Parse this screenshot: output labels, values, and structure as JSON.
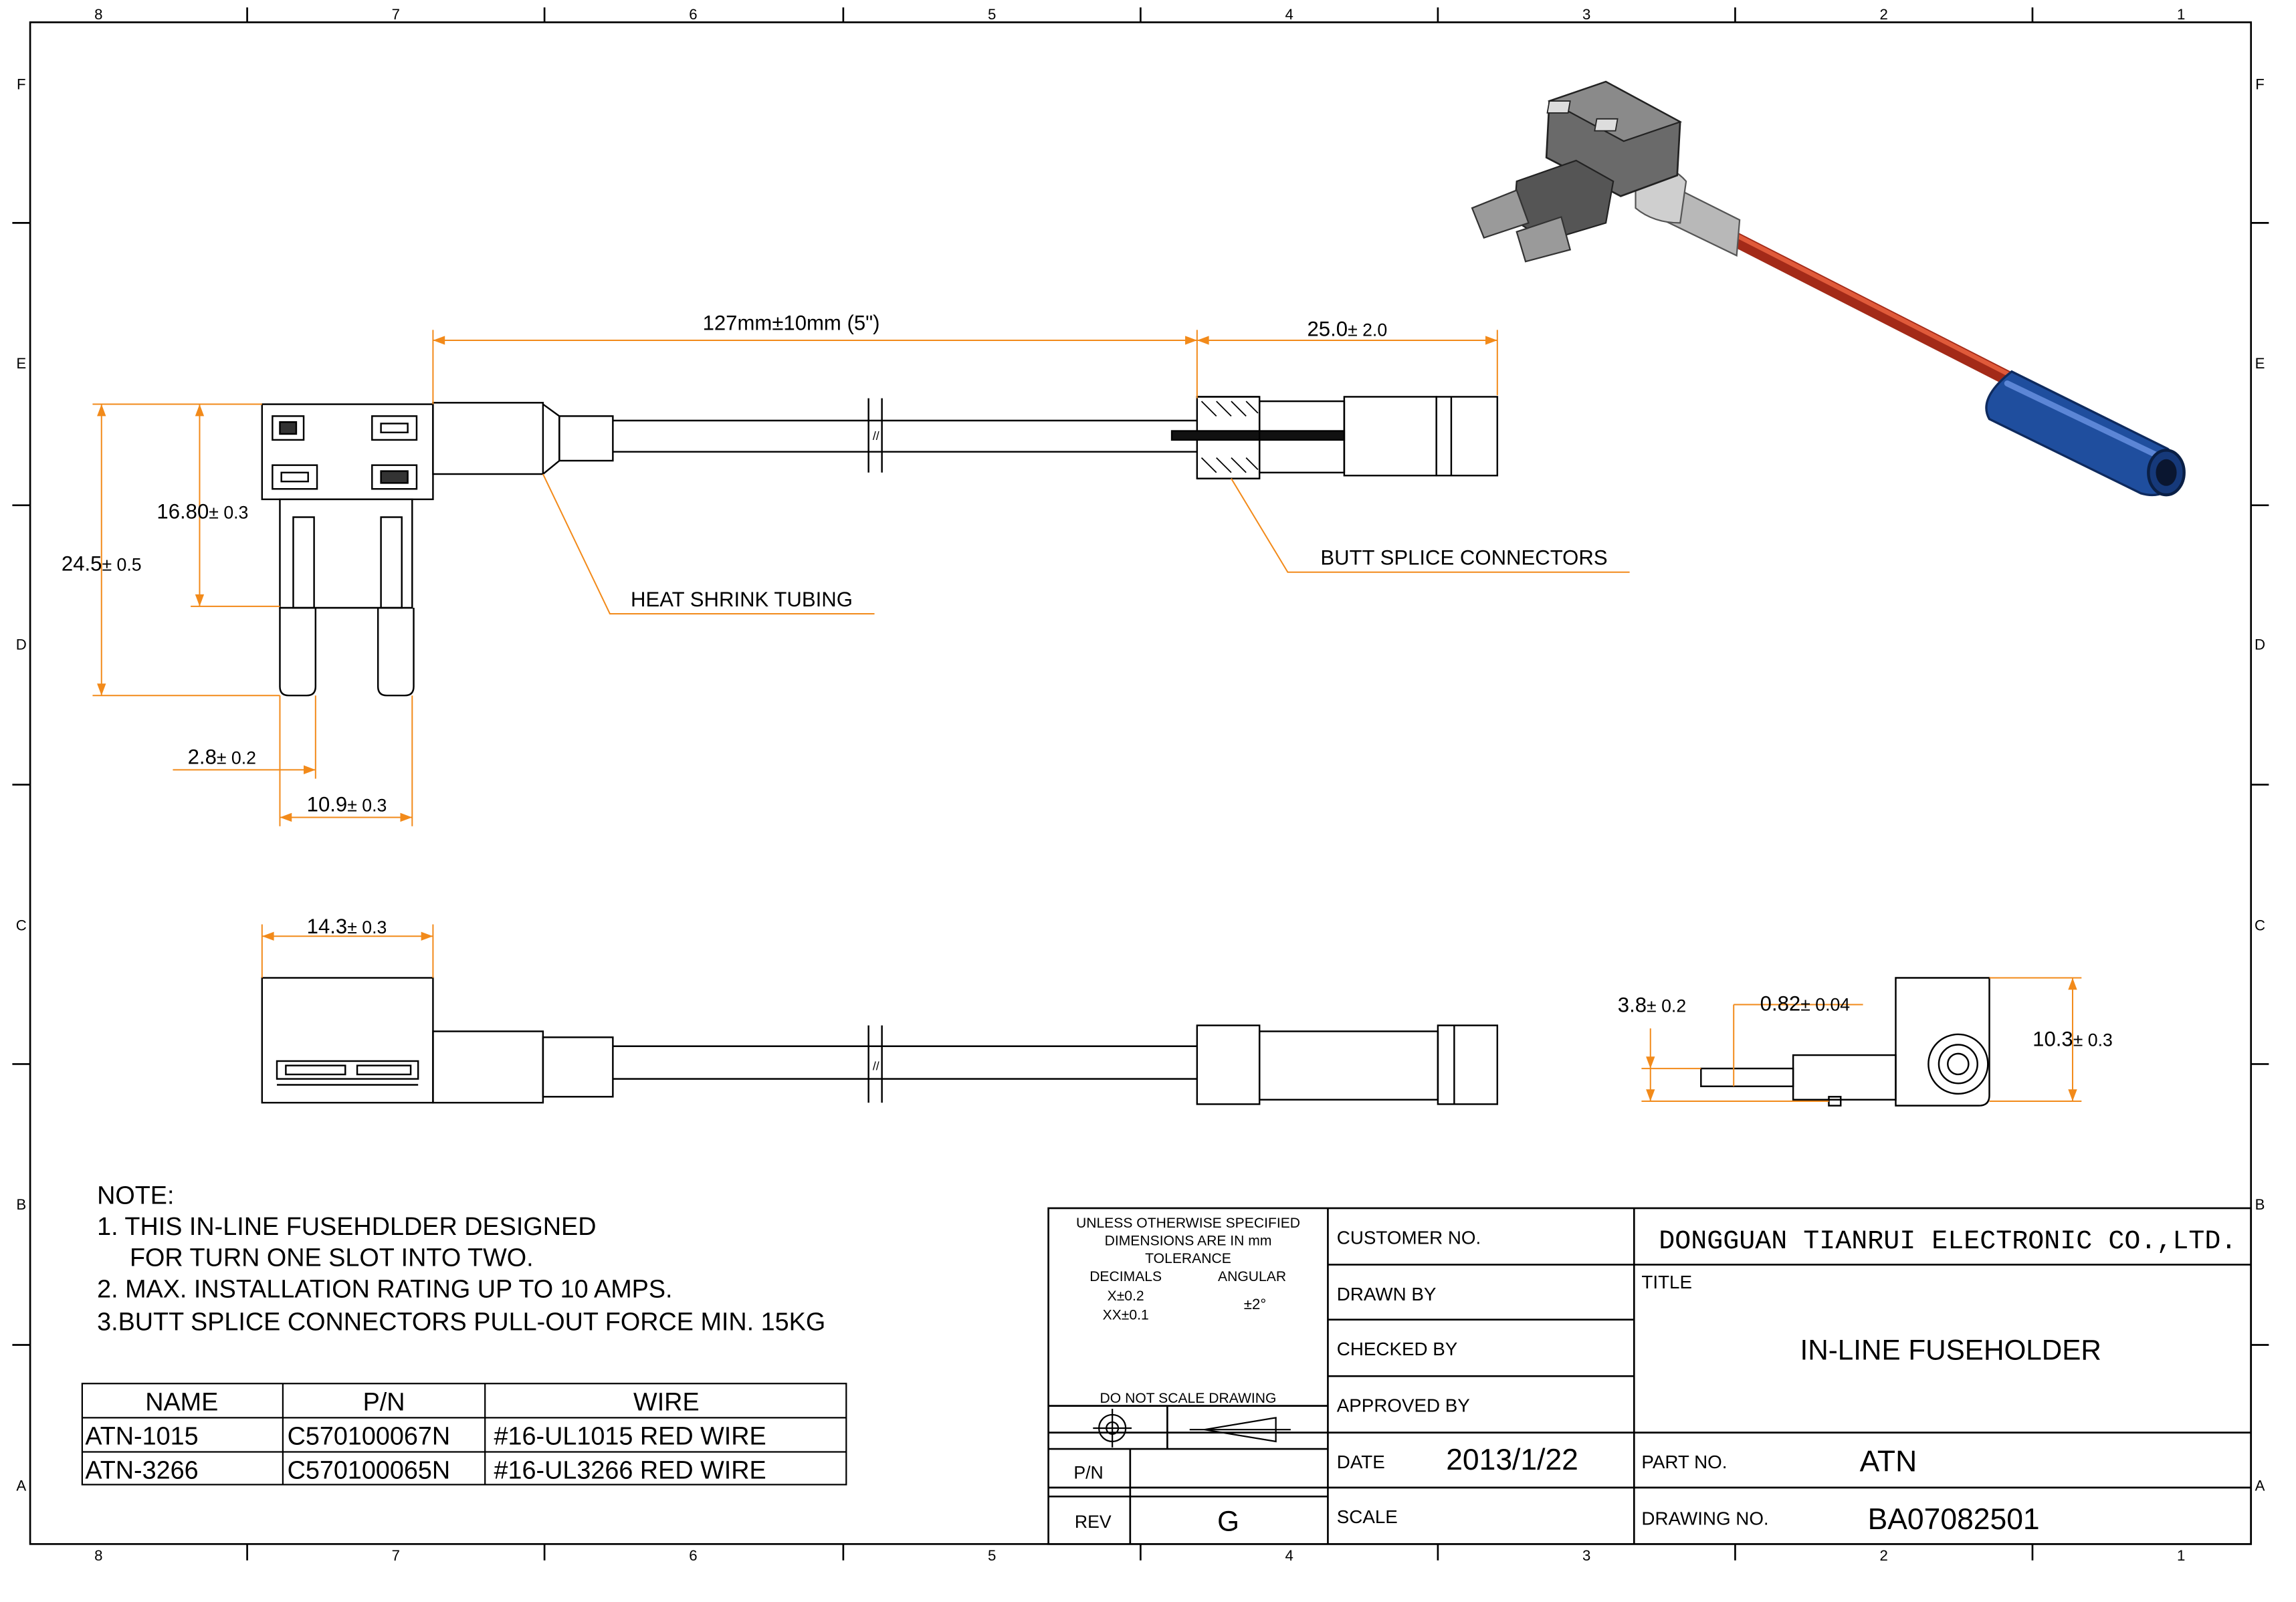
{
  "border": {
    "cols": [
      "8",
      "7",
      "6",
      "5",
      "4",
      "3",
      "2",
      "1"
    ],
    "rows": [
      "F",
      "E",
      "D",
      "C",
      "B",
      "A"
    ]
  },
  "dims": {
    "length": "127mm±10mm (5\")",
    "splice_len": "25.0",
    "splice_tol": "± 2.0",
    "body_h": "16.80",
    "body_h_tol": "± 0.3",
    "total_h": "24.5",
    "total_h_tol": "± 0.5",
    "blade_w": "2.8",
    "blade_w_tol": "± 0.2",
    "blade_span": "10.9",
    "blade_span_tol": "± 0.3",
    "body_w": "14.3",
    "body_w_tol": "± 0.3",
    "side_a": "3.8",
    "side_a_tol": "± 0.2",
    "side_b": "0.82",
    "side_b_tol": "± 0.04",
    "side_h": "10.3",
    "side_h_tol": "± 0.3"
  },
  "callouts": {
    "heat_shrink": "HEAT SHRINK TUBING",
    "butt_splice": "BUTT SPLICE CONNECTORS"
  },
  "notes": {
    "heading": "NOTE:",
    "lines": [
      "1. THIS IN-LINE FUSEHDLDER DESIGNED",
      "FOR TURN ONE SLOT INTO TWO.",
      "2. MAX. INSTALLATION RATING UP TO 10 AMPS.",
      "3.BUTT SPLICE CONNECTORS PULL-OUT FORCE MIN. 15KG"
    ]
  },
  "parts_table": {
    "headers": [
      "NAME",
      "P/N",
      "WIRE"
    ],
    "rows": [
      [
        "ATN-1015",
        "C570100067N",
        "#16-UL1015 RED WIRE"
      ],
      [
        "ATN-3266",
        "C570100065N",
        "#16-UL3266 RED WIRE"
      ]
    ]
  },
  "title_block": {
    "tolerance_lines": [
      "UNLESS OTHERWISE SPECIFIED",
      "DIMENSIONS ARE IN mm",
      "TOLERANCE"
    ],
    "decimals_label": "DECIMALS",
    "decimals_values": [
      "X±0.2",
      "XX±0.1"
    ],
    "angular_label": "ANGULAR",
    "angular_value": "±2°",
    "do_not_scale": "DO NOT SCALE DRAWING",
    "pn_label": "P/N",
    "rev_label": "REV",
    "rev_value": "G",
    "customer_label": "CUSTOMER NO.",
    "drawn_label": "DRAWN BY",
    "checked_label": "CHECKED BY",
    "approved_label": "APPROVED BY",
    "date_label": "DATE",
    "date_value": "2013/1/22",
    "scale_label": "SCALE",
    "company": "DONGGUAN TIANRUI ELECTRONIC CO.,LTD.",
    "title_label": "TITLE",
    "title_value": "IN-LINE FUSEHOLDER",
    "part_label": "PART NO.",
    "part_value": "ATN",
    "drawing_label": "DRAWING NO.",
    "drawing_value": "BA07082501"
  },
  "colors": {
    "dimension": "#f28a1a",
    "wire": "#c8321e",
    "splice": "#1f4e9e",
    "holder": "#555555"
  }
}
